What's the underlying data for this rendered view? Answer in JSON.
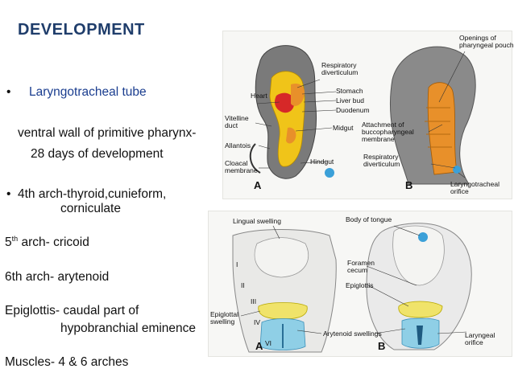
{
  "slide": {
    "title": "DEVELOPMENT",
    "bullet_symbol": "•",
    "bullet1": "Laryngotracheal  tube",
    "line_ventral": "ventral wall of primitive pharynx-",
    "line_days": "28 days of development",
    "bullet_symbol2": "•",
    "arch4_line1": "4th arch-thyroid,cunieform,",
    "arch4_line2": "corniculate",
    "arch5_pre": "5",
    "arch5_sup": "th",
    "arch5_post": " arch- cricoid",
    "arch6": "6th arch- arytenoid",
    "epi_line1": "Epiglottis- caudal part of",
    "epi_line2": "hypobranchial eminence",
    "muscles": "Muscles- 4 & 6 arches"
  },
  "figure_top": {
    "labels": {
      "openings": "Openings of\npharyngeal pouches",
      "resp_div": "Respiratory\ndiverticulum",
      "heart": "Heart",
      "stomach": "Stomach",
      "liver_bud": "Liver bud",
      "duodenum": "Duodenum",
      "vitelline": "Vitelline\nduct",
      "midgut": "Midgut",
      "attachment": "Attachment of\nbuccopharyngeal\nmembrane",
      "allantois": "Allantois",
      "cloacal": "Cloacal\nmembrane",
      "hindgut": "Hindgut",
      "resp_div_b": "Respiratory\ndiverticulum",
      "lt_orifice": "Laryngotracheal\norifice",
      "panel_a": "A",
      "panel_b": "B"
    }
  },
  "figure_bottom": {
    "labels": {
      "lingual": "Lingual swelling",
      "body_tongue": "Body of tongue",
      "foramen": "Foramen\ncecum",
      "epiglottis": "Epiglottis",
      "epi_swelling": "Epiglottal\nswelling",
      "aryt": "Arytenoid swellings",
      "laryngeal": "Laryngeal\norifice",
      "roman_i": "I",
      "roman_ii": "II",
      "roman_iii": "III",
      "roman_iv": "IV",
      "roman_vi": "VI",
      "panel_a": "A",
      "panel_b": "B"
    }
  },
  "colors": {
    "title": "#1f3d6b",
    "yellow": "#f0c419",
    "orange": "#e8902a",
    "red": "#d62828",
    "blue": "#3ba0d8",
    "gray": "#6b6b6b"
  }
}
